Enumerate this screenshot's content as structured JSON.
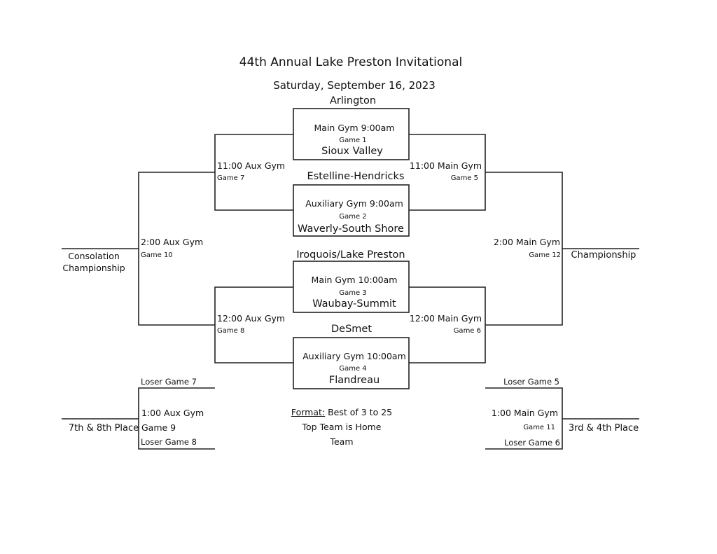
{
  "header": {
    "title": "44th Annual Lake Preston Invitational",
    "date": "Saturday, September 16, 2023"
  },
  "first_round": [
    {
      "top_team": "Arlington",
      "bottom_team": "Sioux Valley",
      "time": "Main Gym 9:00am",
      "game": "Game 1"
    },
    {
      "top_team": "Estelline-Hendricks",
      "bottom_team": "Waverly-South Shore",
      "time": "Auxiliary Gym 9:00am",
      "game": "Game 2"
    },
    {
      "top_team": "Iroquois/Lake Preston",
      "bottom_team": "Waubay-Summit",
      "time": "Main Gym 10:00am",
      "game": "Game 3"
    },
    {
      "top_team": "DeSmet",
      "bottom_team": "Flandreau",
      "time": "Auxiliary Gym 10:00am",
      "game": "Game 4"
    }
  ],
  "left_second_round": [
    {
      "time": "11:00 Aux Gym",
      "game": "Game 7"
    },
    {
      "time": "12:00 Aux Gym",
      "game": "Game 8"
    }
  ],
  "right_second_round": [
    {
      "time": "11:00 Main Gym",
      "game": "Game 5"
    },
    {
      "time": "12:00 Main Gym",
      "game": "Game 6"
    }
  ],
  "consolation": {
    "time": "2:00 Aux Gym",
    "game": "Game 10",
    "label_line1": "Consolation",
    "label_line2": "Championship"
  },
  "championship": {
    "time": "2:00 Main Gym",
    "game": "Game 12",
    "label": "Championship"
  },
  "seventh_eighth": {
    "top": "Loser Game 7",
    "time": "1:00 Aux Gym",
    "game": "Game 9",
    "bottom": "Loser Game 8",
    "label": "7th & 8th Place"
  },
  "third_fourth": {
    "top": "Loser Game 5",
    "time": "1:00 Main Gym",
    "game": "Game 11",
    "bottom": "Loser Game 6",
    "label": "3rd & 4th Place"
  },
  "format": {
    "label": "Format:",
    "line1": "Best of 3 to 25",
    "line2": "Top Team is Home",
    "line3": "Team"
  }
}
